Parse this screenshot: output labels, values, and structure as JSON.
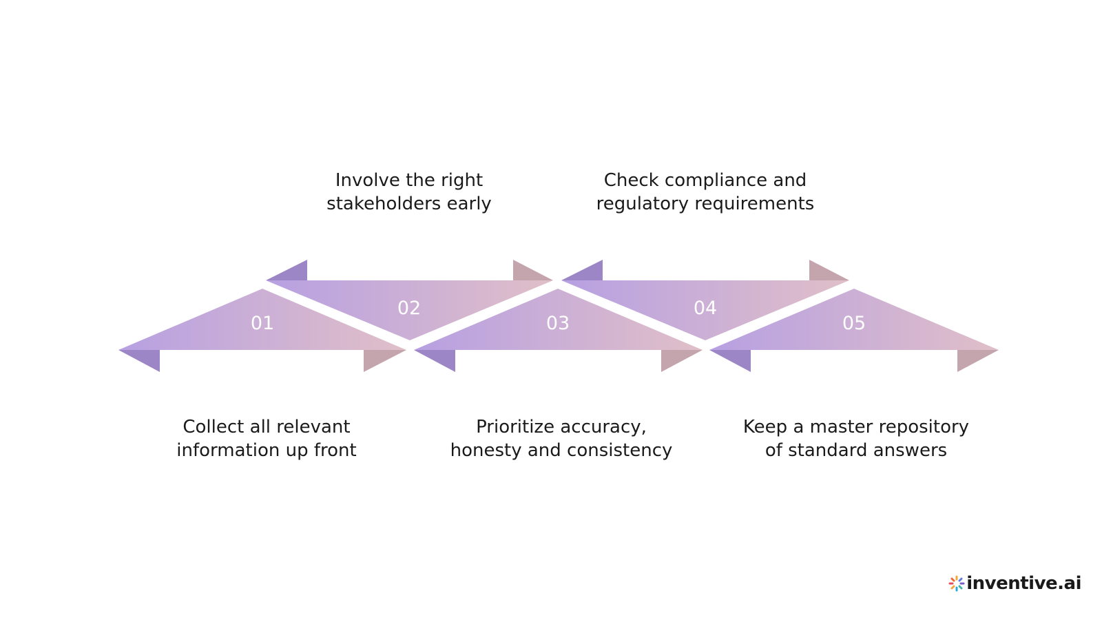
{
  "steps": [
    {
      "number": "01",
      "line1": "Collect all relevant",
      "line2": "information up front"
    },
    {
      "number": "02",
      "line1": "Involve the right",
      "line2": "stakeholders early"
    },
    {
      "number": "03",
      "line1": "Prioritize accuracy,",
      "line2": "honesty and consistency"
    },
    {
      "number": "04",
      "line1": "Check compliance and",
      "line2": "regulatory requirements"
    },
    {
      "number": "05",
      "line1": "Keep a master repository",
      "line2": "of standard answers"
    }
  ],
  "colors": {
    "gradient_start": "#b7a0e2",
    "gradient_end": "#e0bfc8",
    "left_fold": "#9d86c6",
    "right_fold": "#c4a5ad",
    "number_text": "#ffffff"
  },
  "logo": {
    "text": "inventive.ai",
    "icon": "sparkle-icon"
  }
}
